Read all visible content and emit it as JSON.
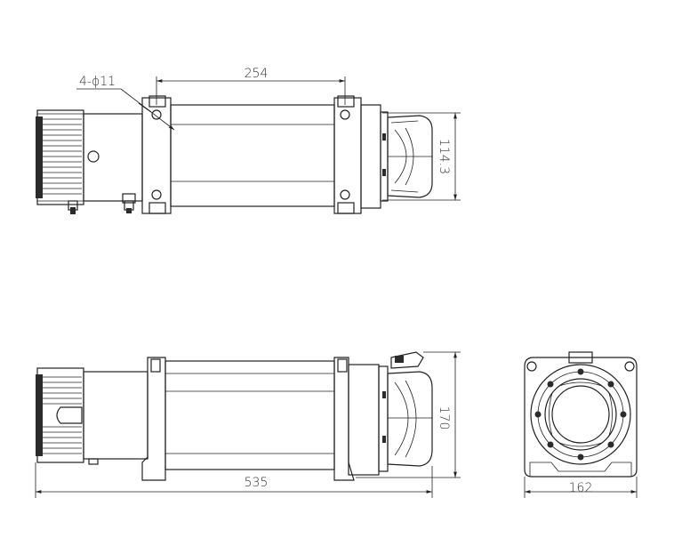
{
  "dimensions": {
    "bolt_hole_note": "4-ϕ11",
    "top_view_width": "254",
    "top_view_height": "114.3",
    "side_view_height": "170",
    "overall_length": "535",
    "end_view_width": "162"
  }
}
